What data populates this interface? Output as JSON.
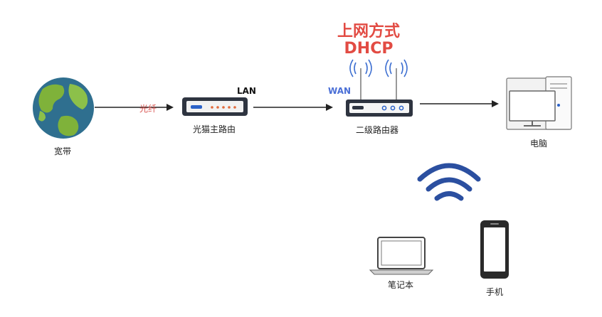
{
  "title": {
    "line1": "上网方式",
    "line2": "DHCP"
  },
  "nodes": {
    "broadband": "宽带",
    "modem_router": "光猫主路由",
    "secondary_router": "二级路由器",
    "computer": "电脑",
    "laptop": "笔记本",
    "phone": "手机"
  },
  "links": {
    "fiber": "光纤",
    "lan": "LAN",
    "wan": "WAN"
  },
  "colors": {
    "title": "#e24b43",
    "fiber_label": "#d9534f",
    "wan_label": "#4a6fd6",
    "wifi": "#2b4fa0",
    "router_body": "#2e3440"
  }
}
